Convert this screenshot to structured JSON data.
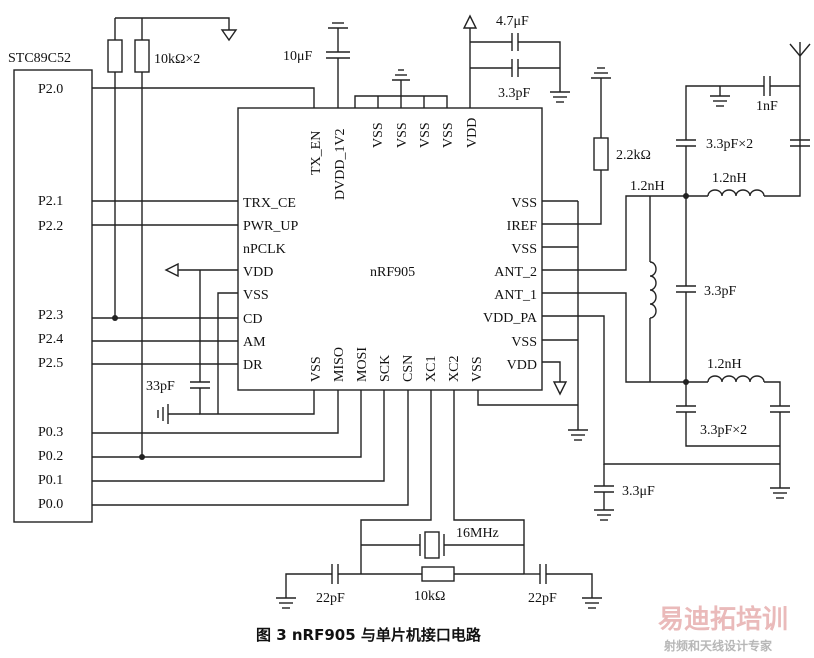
{
  "mcu": {
    "name": "STC89C52",
    "pins": [
      "P2.0",
      "P2.1",
      "P2.2",
      "P2.3",
      "P2.4",
      "P2.5",
      "P0.3",
      "P0.2",
      "P0.1",
      "P0.0"
    ]
  },
  "chip": {
    "name": "nRF905",
    "top_pins": [
      "TX_EN",
      "DVDD_1V2",
      "VSS",
      "VSS",
      "VSS",
      "VSS",
      "VDD"
    ],
    "left_pins": [
      "TRX_CE",
      "PWR_UP",
      "nPCLK",
      "VDD",
      "VSS",
      "CD",
      "AM",
      "DR"
    ],
    "right_pins": [
      "VSS",
      "IREF",
      "VSS",
      "ANT_2",
      "ANT_1",
      "VDD_PA",
      "VSS",
      "VDD"
    ],
    "bottom_pins": [
      "VSS",
      "MISO",
      "MOSI",
      "SCK",
      "CSN",
      "XC1",
      "XC2",
      "VSS"
    ]
  },
  "components": {
    "pullup": "10kΩ×2",
    "decoup_10u": "10μF",
    "cap_4u7": "4.7μF",
    "cap_3p3_top": "3.3pF",
    "res_2k2": "2.2kΩ",
    "cap_1n": "1nF",
    "caps_3p3_x2_top": "3.3pF×2",
    "ind_1n2_left": "1.2nH",
    "ind_1n2_top": "1.2nH",
    "cap_3p3_mid": "3.3pF",
    "ind_1n2_bottom": "1.2nH",
    "caps_3p3_x2_bottom": "3.3pF×2",
    "cap_3u3": "3.3μF",
    "cap_33p": "33pF",
    "crystal": "16MHz",
    "res_10k": "10kΩ",
    "cap_22p_left": "22pF",
    "cap_22p_right": "22pF"
  },
  "caption": "图 3   nRF905 与单片机接口电路",
  "watermark": {
    "main": "易迪拓培训",
    "sub": "射频和天线设计专家"
  }
}
